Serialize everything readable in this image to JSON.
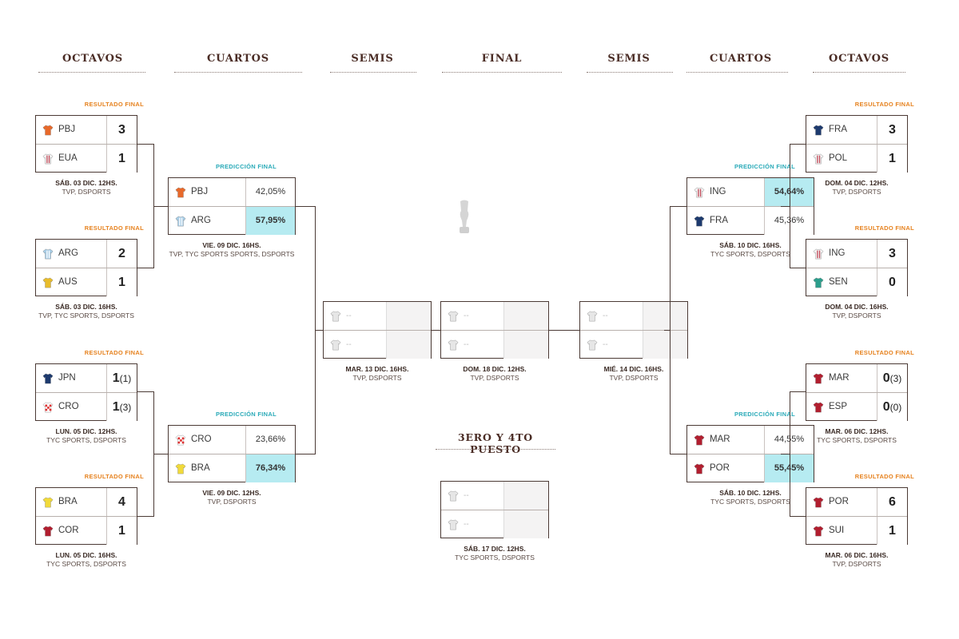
{
  "headers": {
    "left_octavos": "OCTAVOS",
    "left_cuartos": "CUARTOS",
    "left_semis": "SEMIS",
    "final": "FINAL",
    "right_semis": "SEMIS",
    "right_cuartos": "CUARTOS",
    "right_octavos": "OCTAVOS"
  },
  "tags": {
    "result": "RESULTADO FINAL",
    "prediction": "PREDICCIÓN FINAL"
  },
  "third_place_title": "3ERO Y 4TO PUESTO",
  "placeholder": "--",
  "colors": {
    "result_tag": "#e6821f",
    "prediction_tag": "#2aaab8",
    "highlight": "#b6ebf1",
    "border": "#4b3a35"
  },
  "matches": {
    "lo1": {
      "t1": {
        "name": "PBJ",
        "score": "3",
        "shirt": "orange"
      },
      "t2": {
        "name": "EUA",
        "score": "1",
        "shirt": "white"
      },
      "date": "SÁB. 03 DIC. 12HS.",
      "channels": "TVP, DSPORTS"
    },
    "lo2": {
      "t1": {
        "name": "ARG",
        "score": "2",
        "shirt": "argentina"
      },
      "t2": {
        "name": "AUS",
        "score": "1",
        "shirt": "gold"
      },
      "date": "SÁB. 03 DIC. 16HS.",
      "channels": "TVP, TYC SPORTS, DSPORTS"
    },
    "lo3": {
      "t1": {
        "name": "JPN",
        "score": "1",
        "pen": "(1)",
        "shirt": "navy"
      },
      "t2": {
        "name": "CRO",
        "score": "1",
        "pen": "(3)",
        "shirt": "croatia"
      },
      "date": "LUN. 05 DIC. 12HS.",
      "channels": "TYC SPORTS, DSPORTS"
    },
    "lo4": {
      "t1": {
        "name": "BRA",
        "score": "4",
        "shirt": "yellow"
      },
      "t2": {
        "name": "COR",
        "score": "1",
        "shirt": "red"
      },
      "date": "LUN. 05 DIC. 16HS.",
      "channels": "TYC SPORTS, DSPORTS"
    },
    "lc1": {
      "t1": {
        "name": "PBJ",
        "score": "42,05%",
        "shirt": "orange"
      },
      "t2": {
        "name": "ARG",
        "score": "57,95%",
        "shirt": "argentina"
      },
      "date": "VIE. 09 DIC. 16HS.",
      "channels": "TVP, TYC SPORTS SPORTS, DSPORTS"
    },
    "lc2": {
      "t1": {
        "name": "CRO",
        "score": "23,66%",
        "shirt": "croatia"
      },
      "t2": {
        "name": "BRA",
        "score": "76,34%",
        "shirt": "yellow"
      },
      "date": "VIE. 09 DIC. 12HS.",
      "channels": "TVP, DSPORTS"
    },
    "ls": {
      "date": "MAR. 13 DIC. 16HS.",
      "channels": "TVP, DSPORTS"
    },
    "fin": {
      "date": "DOM. 18 DIC. 12HS.",
      "channels": "TVP, DSPORTS"
    },
    "rs": {
      "date": "MIÉ. 14 DIC. 16HS.",
      "channels": "TVP, DSPORTS"
    },
    "third": {
      "date": "SÁB. 17 DIC. 12HS.",
      "channels": "TYC SPORTS, DSPORTS"
    },
    "rc1": {
      "t1": {
        "name": "ING",
        "score": "54,64%",
        "shirt": "white"
      },
      "t2": {
        "name": "FRA",
        "score": "45,36%",
        "shirt": "navy"
      },
      "date": "SÁB. 10 DIC. 16HS.",
      "channels": "TYC SPORTS, DSPORTS"
    },
    "rc2": {
      "t1": {
        "name": "MAR",
        "score": "44,55%",
        "shirt": "red"
      },
      "t2": {
        "name": "POR",
        "score": "55,45%",
        "shirt": "red"
      },
      "date": "SÁB. 10 DIC. 12HS.",
      "channels": "TYC SPORTS, DSPORTS"
    },
    "ro1": {
      "t1": {
        "name": "FRA",
        "score": "3",
        "shirt": "navy"
      },
      "t2": {
        "name": "POL",
        "score": "1",
        "shirt": "white"
      },
      "date": "DOM. 04 DIC. 12HS.",
      "channels": "TVP, DSPORTS"
    },
    "ro2": {
      "t1": {
        "name": "ING",
        "score": "3",
        "shirt": "white"
      },
      "t2": {
        "name": "SEN",
        "score": "0",
        "shirt": "teal"
      },
      "date": "DOM. 04 DIC. 16HS.",
      "channels": "TVP, DSPORTS"
    },
    "ro3": {
      "t1": {
        "name": "MAR",
        "score": "0",
        "pen": "(3)",
        "shirt": "red"
      },
      "t2": {
        "name": "ESP",
        "score": "0",
        "pen": "(0)",
        "shirt": "red"
      },
      "date": "MAR. 06 DIC. 12HS.",
      "channels": "TYC SPORTS, DSPORTS"
    },
    "ro4": {
      "t1": {
        "name": "POR",
        "score": "6",
        "shirt": "red"
      },
      "t2": {
        "name": "SUI",
        "score": "1",
        "shirt": "red"
      },
      "date": "MAR. 06 DIC. 16HS.",
      "channels": "TVP, DSPORTS"
    }
  }
}
